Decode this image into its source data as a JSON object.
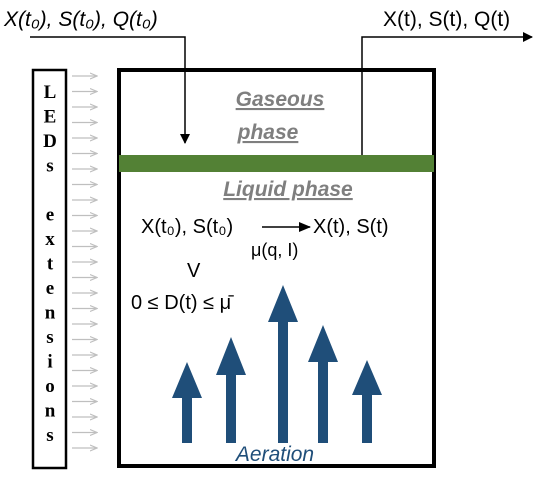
{
  "inputs_label": "X(t₀), S(t₀), Q(t₀)",
  "outputs_label": "X(t), S(t), Q(t)",
  "gaseous_phase": [
    "Gaseous",
    "phase"
  ],
  "liquid_phase": "Liquid phase",
  "reaction": {
    "left": "X(t₀), S(t₀)",
    "right": "X(t), S(t)",
    "rate": "μ(q, I)"
  },
  "volume": "V",
  "dilution_constraint": "0 ≤ D(t) ≤ μ̄",
  "led_letters": [
    "L",
    "E",
    "D",
    "s",
    "",
    "e",
    "x",
    "t",
    "e",
    "n",
    "s",
    "i",
    "o",
    "n",
    "s"
  ],
  "aeration": "Aeration",
  "colors": {
    "interface": "#538135",
    "aeration": "#1f4e79",
    "phase_label": "#7f7f7f",
    "led_arrows": "#bfbfbf"
  }
}
